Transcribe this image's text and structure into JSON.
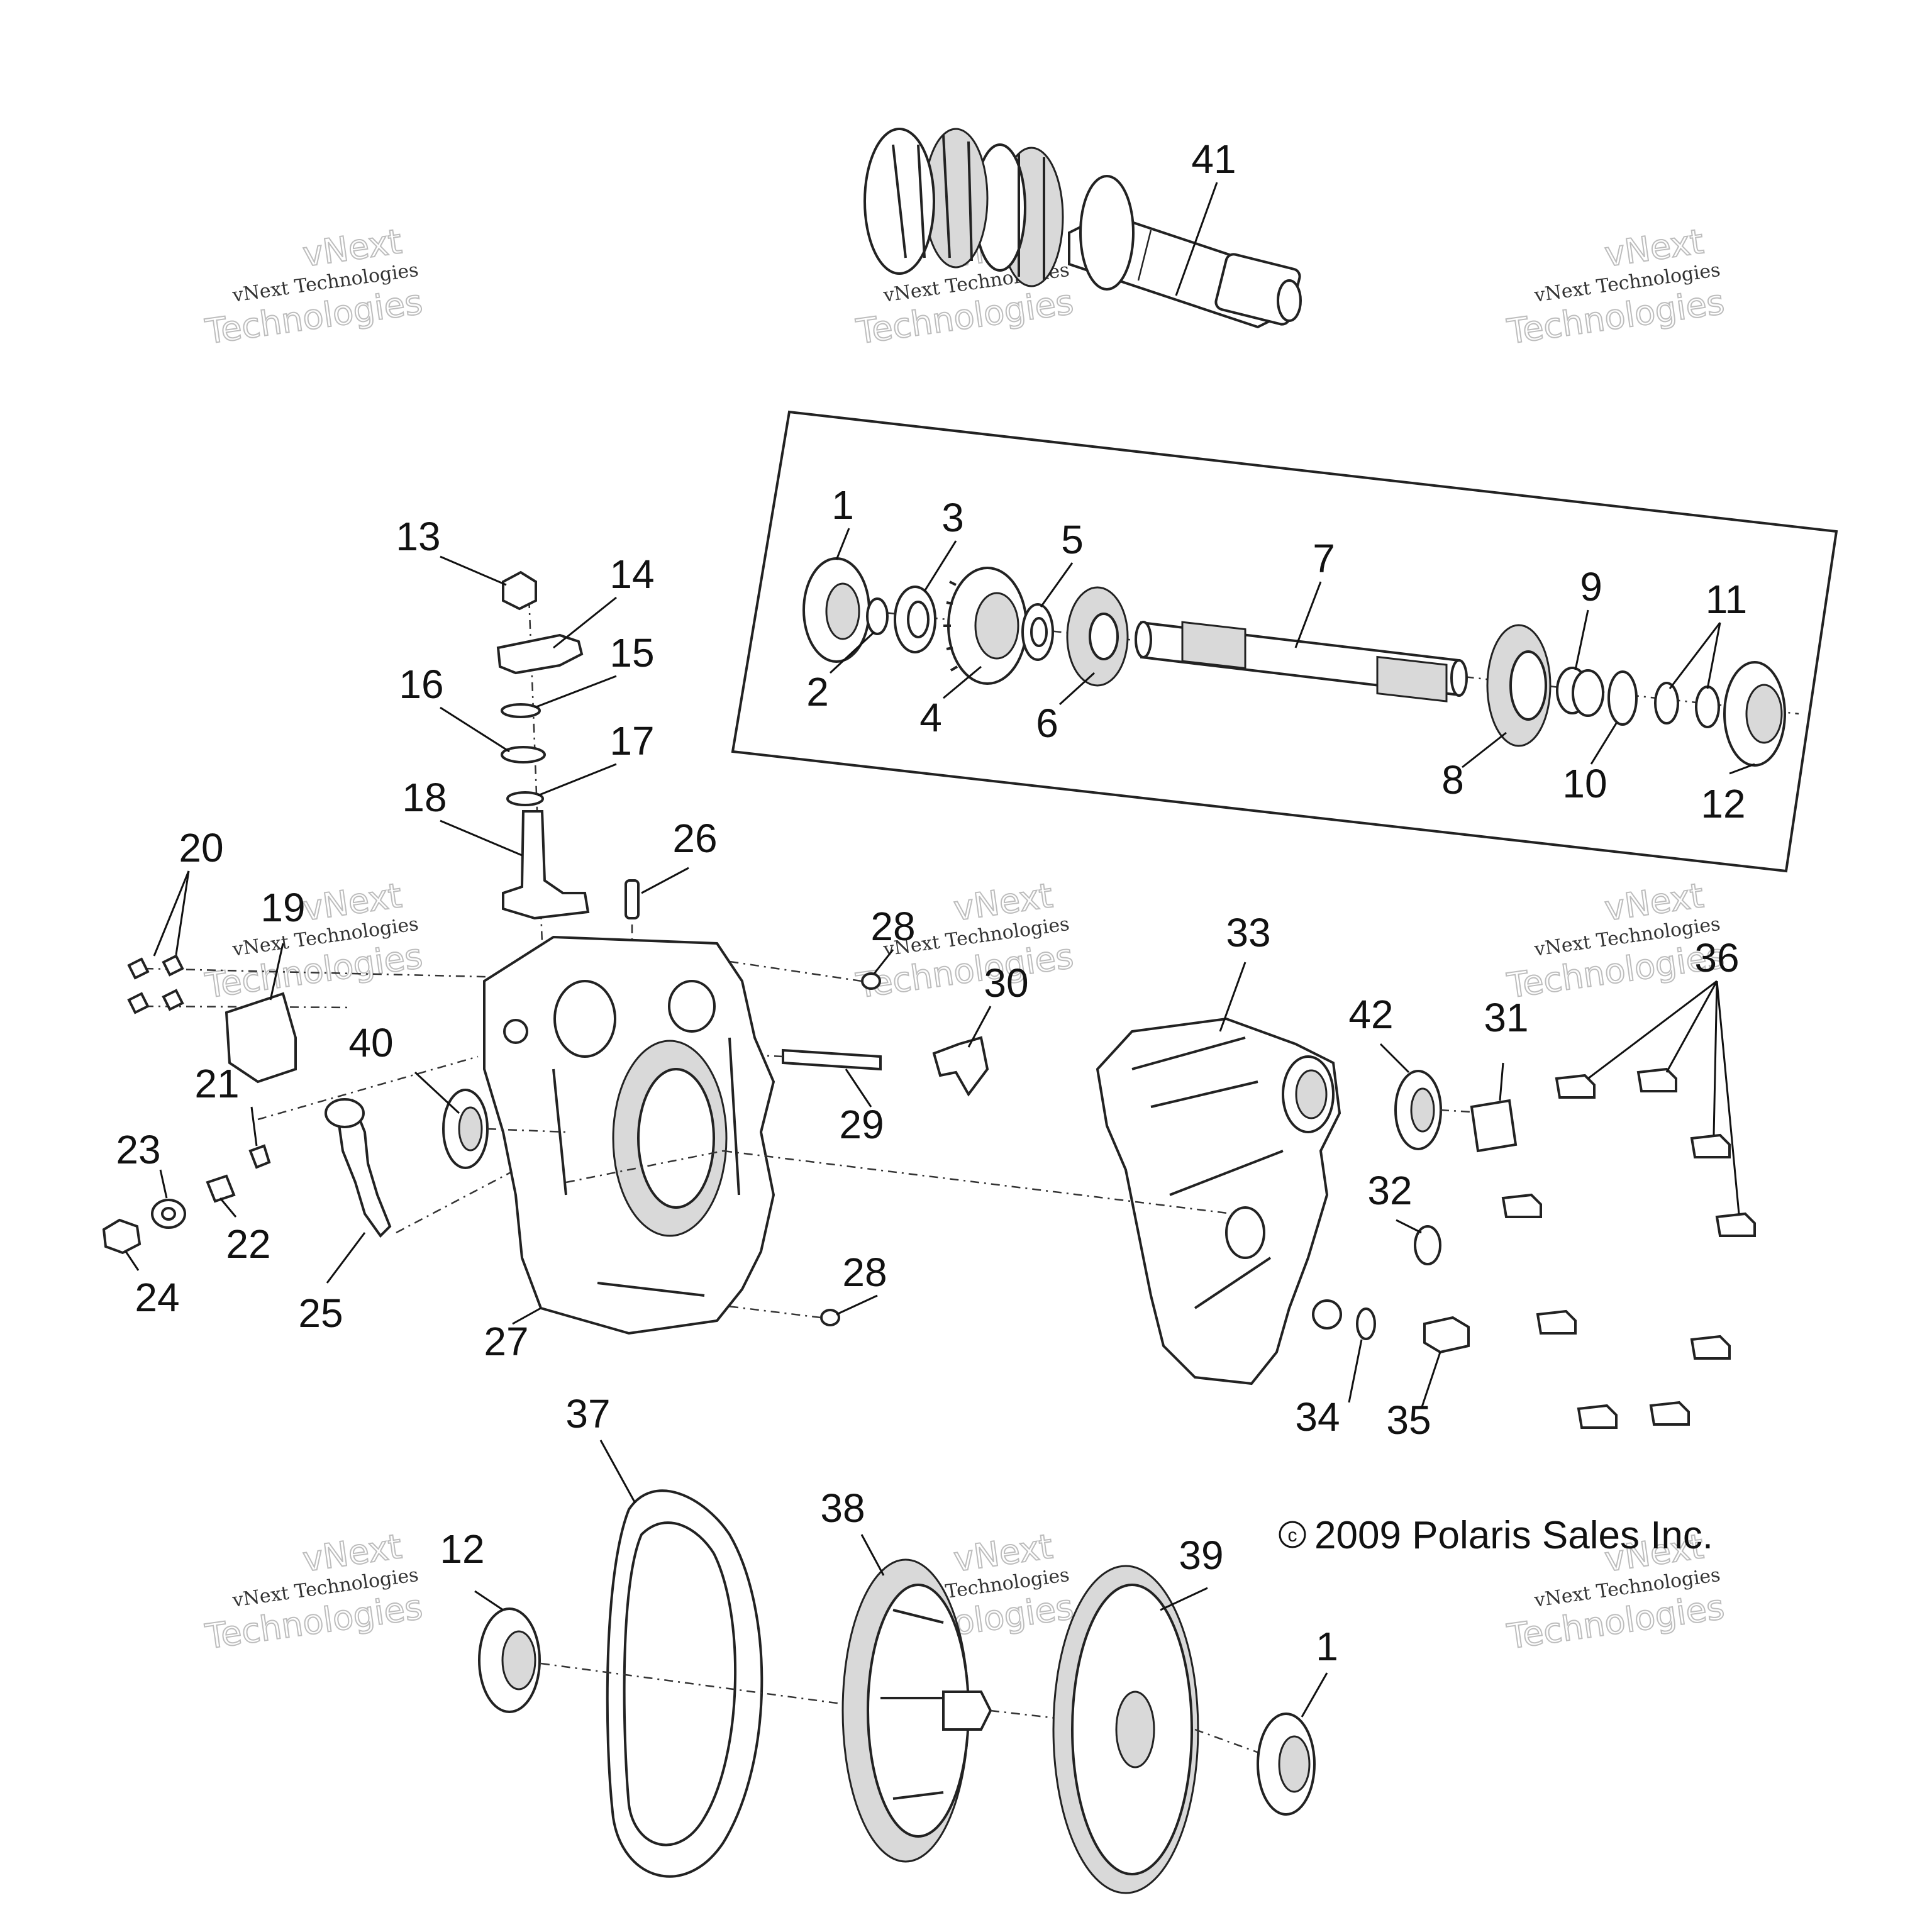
{
  "copyright": "2009 Polaris Sales Inc.",
  "copyright_symbol": "c",
  "watermark": {
    "line1": "vNext Technologies",
    "line2": "Technologies",
    "line3": "vNext"
  },
  "labels": {
    "p41": "41",
    "p1a": "1",
    "p2": "2",
    "p3": "3",
    "p4": "4",
    "p5": "5",
    "p6": "6",
    "p7": "7",
    "p8": "8",
    "p9": "9",
    "p10": "10",
    "p11": "11",
    "p12a": "12",
    "p13": "13",
    "p14": "14",
    "p15": "15",
    "p16": "16",
    "p17": "17",
    "p18": "18",
    "p19": "19",
    "p20": "20",
    "p21": "21",
    "p22": "22",
    "p23": "23",
    "p24": "24",
    "p25": "25",
    "p26": "26",
    "p27": "27",
    "p28a": "28",
    "p28b": "28",
    "p29": "29",
    "p30": "30",
    "p31": "31",
    "p32": "32",
    "p33": "33",
    "p34": "34",
    "p35": "35",
    "p36": "36",
    "p37": "37",
    "p38": "38",
    "p39": "39",
    "p40": "40",
    "p42": "42",
    "p12b": "12",
    "p1b": "1"
  }
}
